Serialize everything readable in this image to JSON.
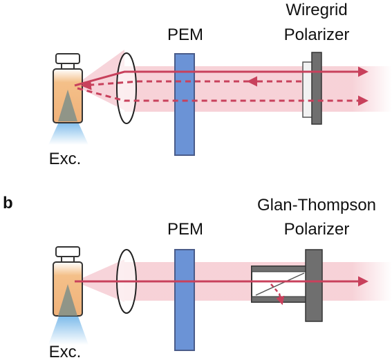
{
  "panels": [
    {
      "id": "a",
      "panel_label": "",
      "pem_label": "PEM",
      "polarizer_label_line1": "Wiregrid",
      "polarizer_label_line2": "Polarizer",
      "excitation_label": "Exc."
    },
    {
      "id": "b",
      "panel_label": "b",
      "pem_label": "PEM",
      "polarizer_label_line1": "Glan-Thompson",
      "polarizer_label_line2": "Polarizer",
      "excitation_label": "Exc."
    }
  ],
  "colors": {
    "beam": "#f6cdd3",
    "ray": "#c8415c",
    "pem": "#6b93d6",
    "pem_stroke": "#4a5c8a",
    "polarizer": "#6f6f6f",
    "vial_liquid": "#f4c089",
    "excitation": "#6fb4e8"
  }
}
